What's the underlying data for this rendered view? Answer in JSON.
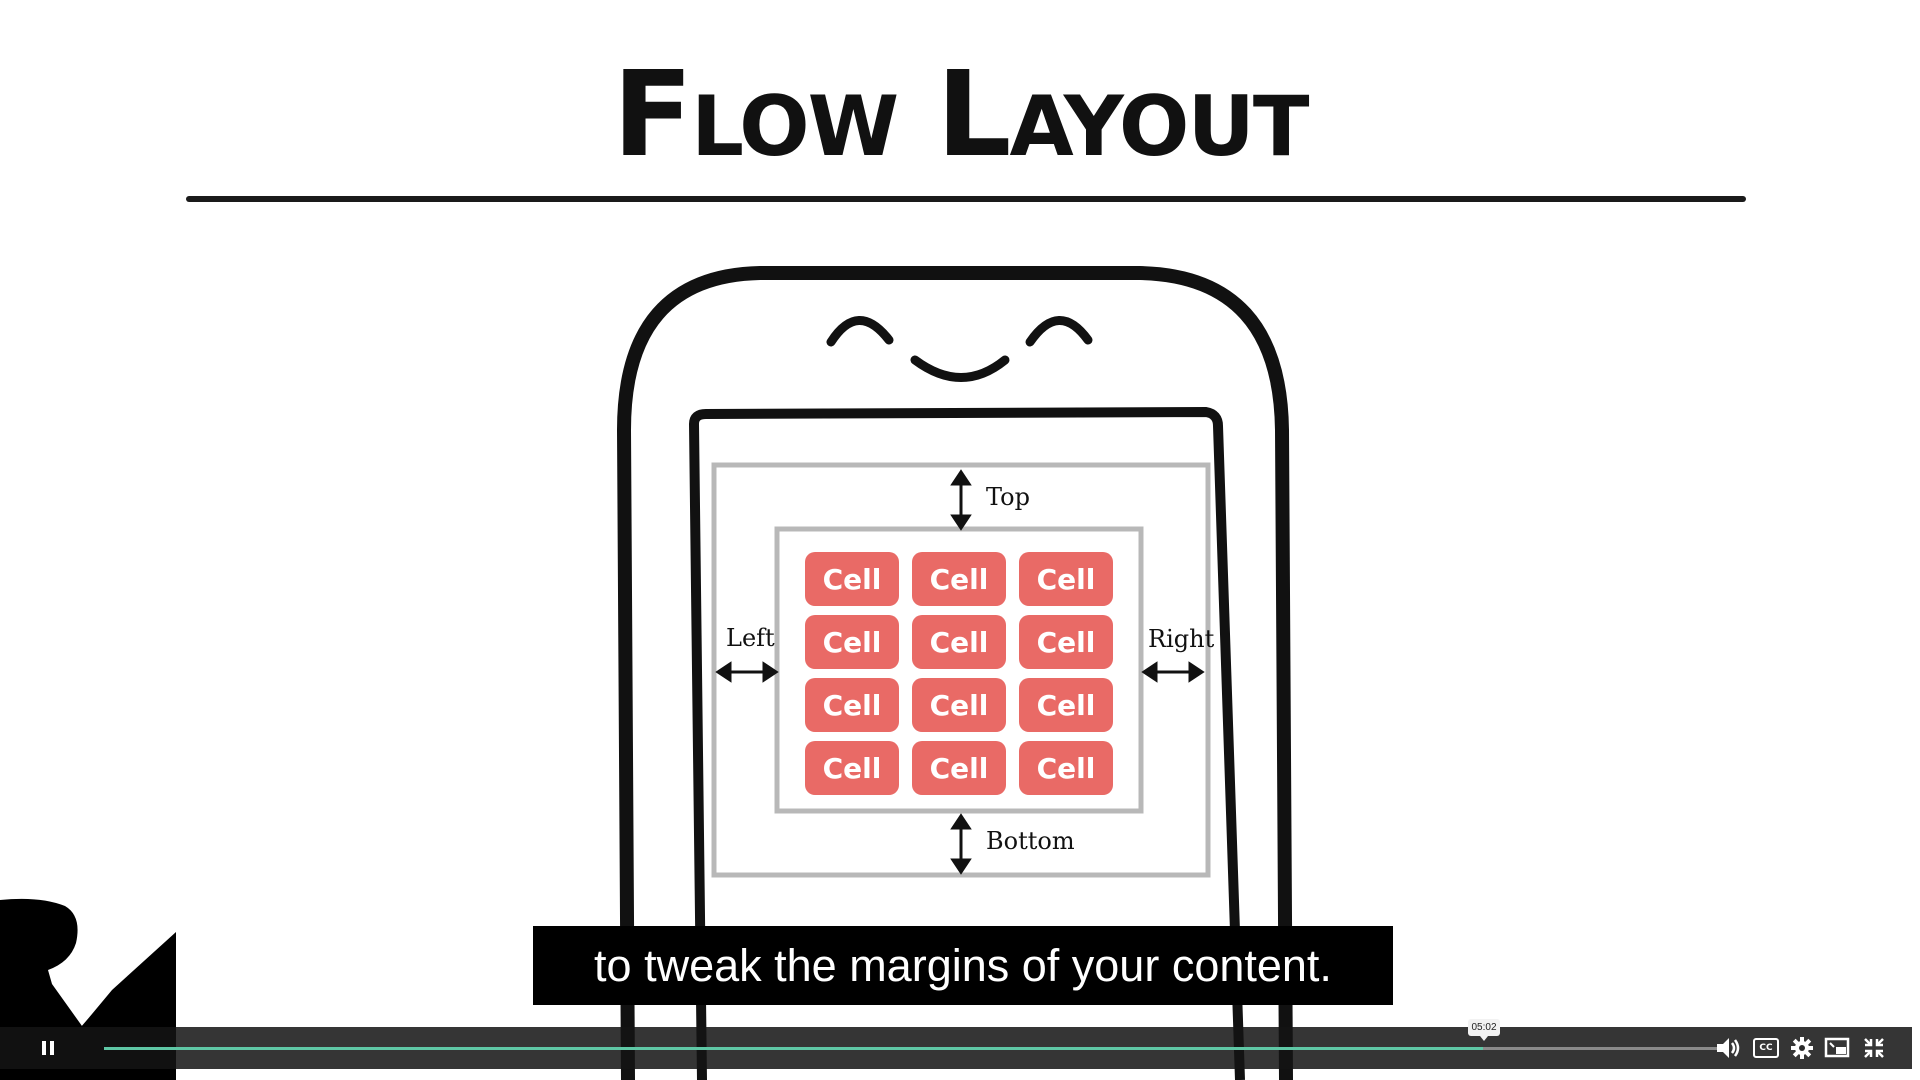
{
  "slide": {
    "title": "Flow Layout",
    "margin_labels": {
      "top": "Top",
      "left": "Left",
      "right": "Right",
      "bottom": "Bottom"
    },
    "cell_label": "Cell",
    "cells": [
      "Cell",
      "Cell",
      "Cell",
      "Cell",
      "Cell",
      "Cell",
      "Cell",
      "Cell",
      "Cell",
      "Cell",
      "Cell",
      "Cell"
    ],
    "colors": {
      "cell": "#e96a66",
      "ink": "#111111",
      "margin_border": "#b8b8b8"
    }
  },
  "caption": {
    "text": "to tweak the margins of your content."
  },
  "player": {
    "timestamp_tooltip": "05:02",
    "progress": 0.851,
    "progress_color": "#5fc7a5",
    "controls": {
      "play_pause_icon": "pause-icon",
      "volume_icon": "volume-icon",
      "captions_icon": "closed-captions-icon",
      "captions_label": "CC",
      "settings_icon": "gear-icon",
      "pip_icon": "picture-in-picture-icon",
      "fullscreen_icon": "exit-fullscreen-icon"
    }
  },
  "branding": {
    "logo_icon": "raywenderlich-logo-icon"
  }
}
